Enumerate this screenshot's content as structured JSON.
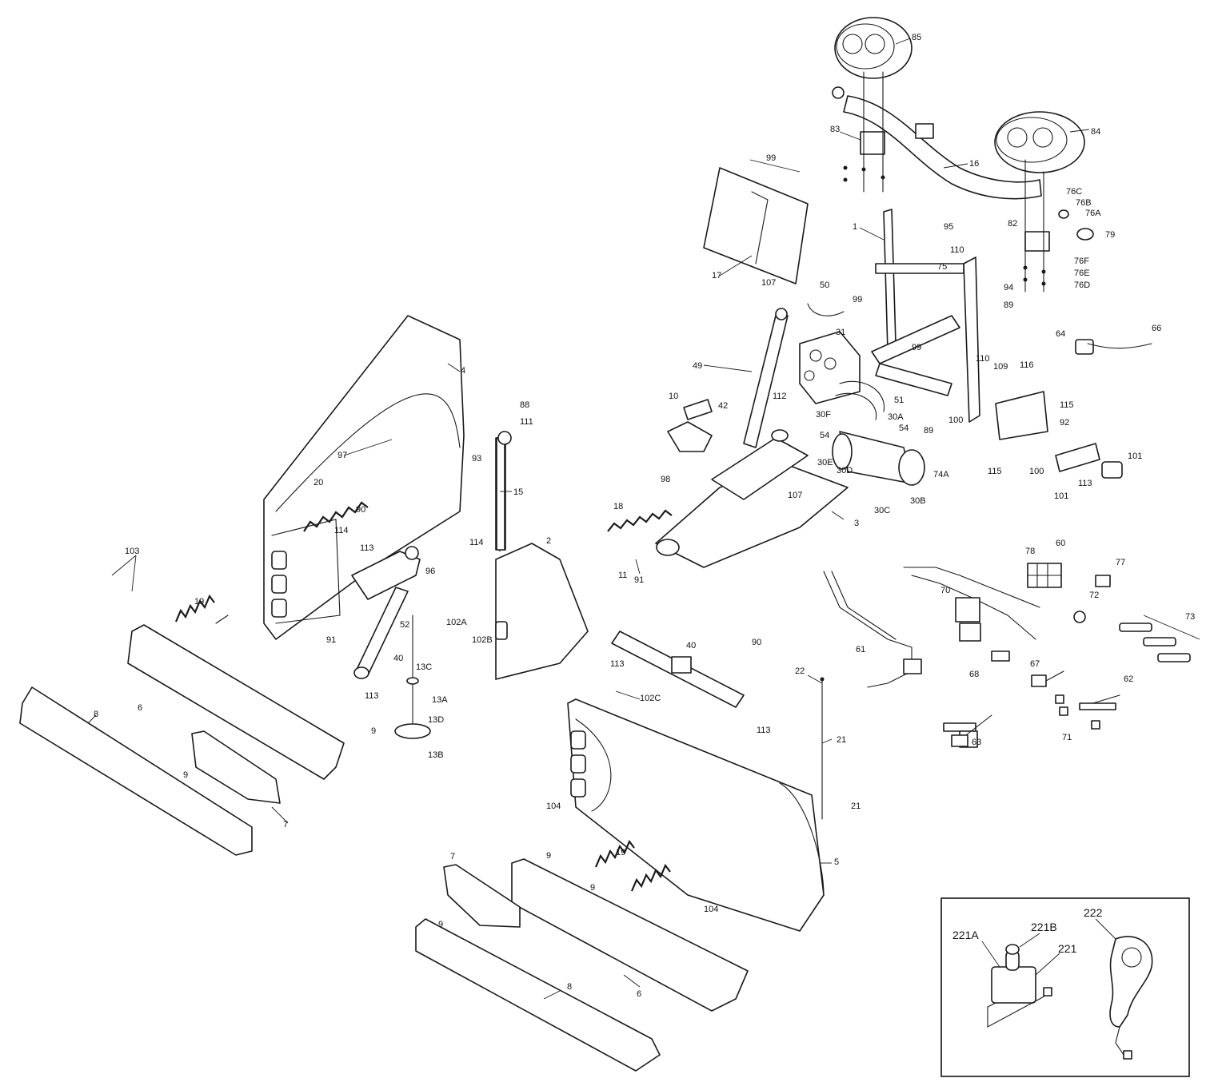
{
  "diagram": {
    "callouts": [
      {
        "id": "c85",
        "text": "85"
      },
      {
        "id": "c84",
        "text": "84"
      },
      {
        "id": "c83",
        "text": "83"
      },
      {
        "id": "c99a",
        "text": "99"
      },
      {
        "id": "c16",
        "text": "16"
      },
      {
        "id": "c76C",
        "text": "76C"
      },
      {
        "id": "c76B",
        "text": "76B"
      },
      {
        "id": "c76A",
        "text": "76A"
      },
      {
        "id": "c82",
        "text": "82"
      },
      {
        "id": "c79",
        "text": "79"
      },
      {
        "id": "c1",
        "text": "1"
      },
      {
        "id": "c95",
        "text": "95"
      },
      {
        "id": "c110a",
        "text": "110"
      },
      {
        "id": "c76F",
        "text": "76F"
      },
      {
        "id": "c76E",
        "text": "76E"
      },
      {
        "id": "c76D",
        "text": "76D"
      },
      {
        "id": "c75",
        "text": "75"
      },
      {
        "id": "c94",
        "text": "94"
      },
      {
        "id": "c17",
        "text": "17"
      },
      {
        "id": "c107a",
        "text": "107"
      },
      {
        "id": "c50",
        "text": "50"
      },
      {
        "id": "c99b",
        "text": "99"
      },
      {
        "id": "c89a",
        "text": "89"
      },
      {
        "id": "c31",
        "text": "31"
      },
      {
        "id": "c99c",
        "text": "99"
      },
      {
        "id": "c64",
        "text": "64"
      },
      {
        "id": "c66",
        "text": "66"
      },
      {
        "id": "c110b",
        "text": "110"
      },
      {
        "id": "c109",
        "text": "109"
      },
      {
        "id": "c116",
        "text": "116"
      },
      {
        "id": "c49",
        "text": "49"
      },
      {
        "id": "c112",
        "text": "112"
      },
      {
        "id": "c51",
        "text": "51"
      },
      {
        "id": "c115a",
        "text": "115"
      },
      {
        "id": "c10",
        "text": "10"
      },
      {
        "id": "c42",
        "text": "42"
      },
      {
        "id": "c30F",
        "text": "30F"
      },
      {
        "id": "c30A",
        "text": "30A"
      },
      {
        "id": "c89b",
        "text": "89"
      },
      {
        "id": "c100a",
        "text": "100"
      },
      {
        "id": "c92",
        "text": "92"
      },
      {
        "id": "c54a",
        "text": "54"
      },
      {
        "id": "c54b",
        "text": "54"
      },
      {
        "id": "c4",
        "text": "4"
      },
      {
        "id": "c88",
        "text": "88"
      },
      {
        "id": "c111",
        "text": "111"
      },
      {
        "id": "c97",
        "text": "97"
      },
      {
        "id": "c93",
        "text": "93"
      },
      {
        "id": "c30E",
        "text": "30E"
      },
      {
        "id": "c30D",
        "text": "30D"
      },
      {
        "id": "c74A",
        "text": "74A"
      },
      {
        "id": "c115b",
        "text": "115"
      },
      {
        "id": "c100b",
        "text": "100"
      },
      {
        "id": "c101a",
        "text": "101"
      },
      {
        "id": "c113a",
        "text": "113"
      },
      {
        "id": "c101b",
        "text": "101"
      },
      {
        "id": "c20",
        "text": "20"
      },
      {
        "id": "c15",
        "text": "15"
      },
      {
        "id": "c98",
        "text": "98"
      },
      {
        "id": "c30B",
        "text": "30B"
      },
      {
        "id": "c30C",
        "text": "30C"
      },
      {
        "id": "c107b",
        "text": "107"
      },
      {
        "id": "c90a",
        "text": "90"
      },
      {
        "id": "c18",
        "text": "18"
      },
      {
        "id": "c3",
        "text": "3"
      },
      {
        "id": "c114a",
        "text": "114"
      },
      {
        "id": "c114b",
        "text": "114"
      },
      {
        "id": "c113b",
        "text": "113"
      },
      {
        "id": "c96",
        "text": "96"
      },
      {
        "id": "c2",
        "text": "2"
      },
      {
        "id": "c11",
        "text": "11"
      },
      {
        "id": "c91a",
        "text": "91"
      },
      {
        "id": "c103",
        "text": "103"
      },
      {
        "id": "c78",
        "text": "78"
      },
      {
        "id": "c60",
        "text": "60"
      },
      {
        "id": "c77",
        "text": "77"
      },
      {
        "id": "c70",
        "text": "70"
      },
      {
        "id": "c72",
        "text": "72"
      },
      {
        "id": "c52",
        "text": "52"
      },
      {
        "id": "c102A",
        "text": "102A"
      },
      {
        "id": "c102B",
        "text": "102B"
      },
      {
        "id": "c19a",
        "text": "19"
      },
      {
        "id": "c73",
        "text": "73"
      },
      {
        "id": "c91b",
        "text": "91"
      },
      {
        "id": "c40a",
        "text": "40"
      },
      {
        "id": "c90b",
        "text": "90"
      },
      {
        "id": "c40b",
        "text": "40"
      },
      {
        "id": "c113c",
        "text": "113"
      },
      {
        "id": "c13C",
        "text": "13C"
      },
      {
        "id": "c61",
        "text": "61"
      },
      {
        "id": "c67",
        "text": "67"
      },
      {
        "id": "c68",
        "text": "68"
      },
      {
        "id": "c13A",
        "text": "13A"
      },
      {
        "id": "c113d",
        "text": "113"
      },
      {
        "id": "c102C",
        "text": "102C"
      },
      {
        "id": "c22",
        "text": "22"
      },
      {
        "id": "c62",
        "text": "62"
      },
      {
        "id": "c6a",
        "text": "6"
      },
      {
        "id": "c13D",
        "text": "13D"
      },
      {
        "id": "c8a",
        "text": "8"
      },
      {
        "id": "c9a",
        "text": "9"
      },
      {
        "id": "c13B",
        "text": "13B"
      },
      {
        "id": "c113e",
        "text": "113"
      },
      {
        "id": "c71",
        "text": "71"
      },
      {
        "id": "c63",
        "text": "63"
      },
      {
        "id": "c21a",
        "text": "21"
      },
      {
        "id": "c9b",
        "text": "9"
      },
      {
        "id": "c7a",
        "text": "7"
      },
      {
        "id": "c21b",
        "text": "21"
      },
      {
        "id": "c104a",
        "text": "104"
      },
      {
        "id": "c5",
        "text": "5"
      },
      {
        "id": "c7b",
        "text": "7"
      },
      {
        "id": "c9c",
        "text": "9"
      },
      {
        "id": "c19b",
        "text": "19"
      },
      {
        "id": "c9d",
        "text": "9"
      },
      {
        "id": "c104b",
        "text": "104"
      },
      {
        "id": "c9e",
        "text": "9"
      },
      {
        "id": "c6b",
        "text": "6"
      },
      {
        "id": "c8b",
        "text": "8"
      }
    ],
    "inset": {
      "labels": [
        {
          "id": "c222",
          "text": "222"
        },
        {
          "id": "c221A",
          "text": "221A"
        },
        {
          "id": "c221B",
          "text": "221B"
        },
        {
          "id": "c221",
          "text": "221"
        }
      ]
    }
  }
}
